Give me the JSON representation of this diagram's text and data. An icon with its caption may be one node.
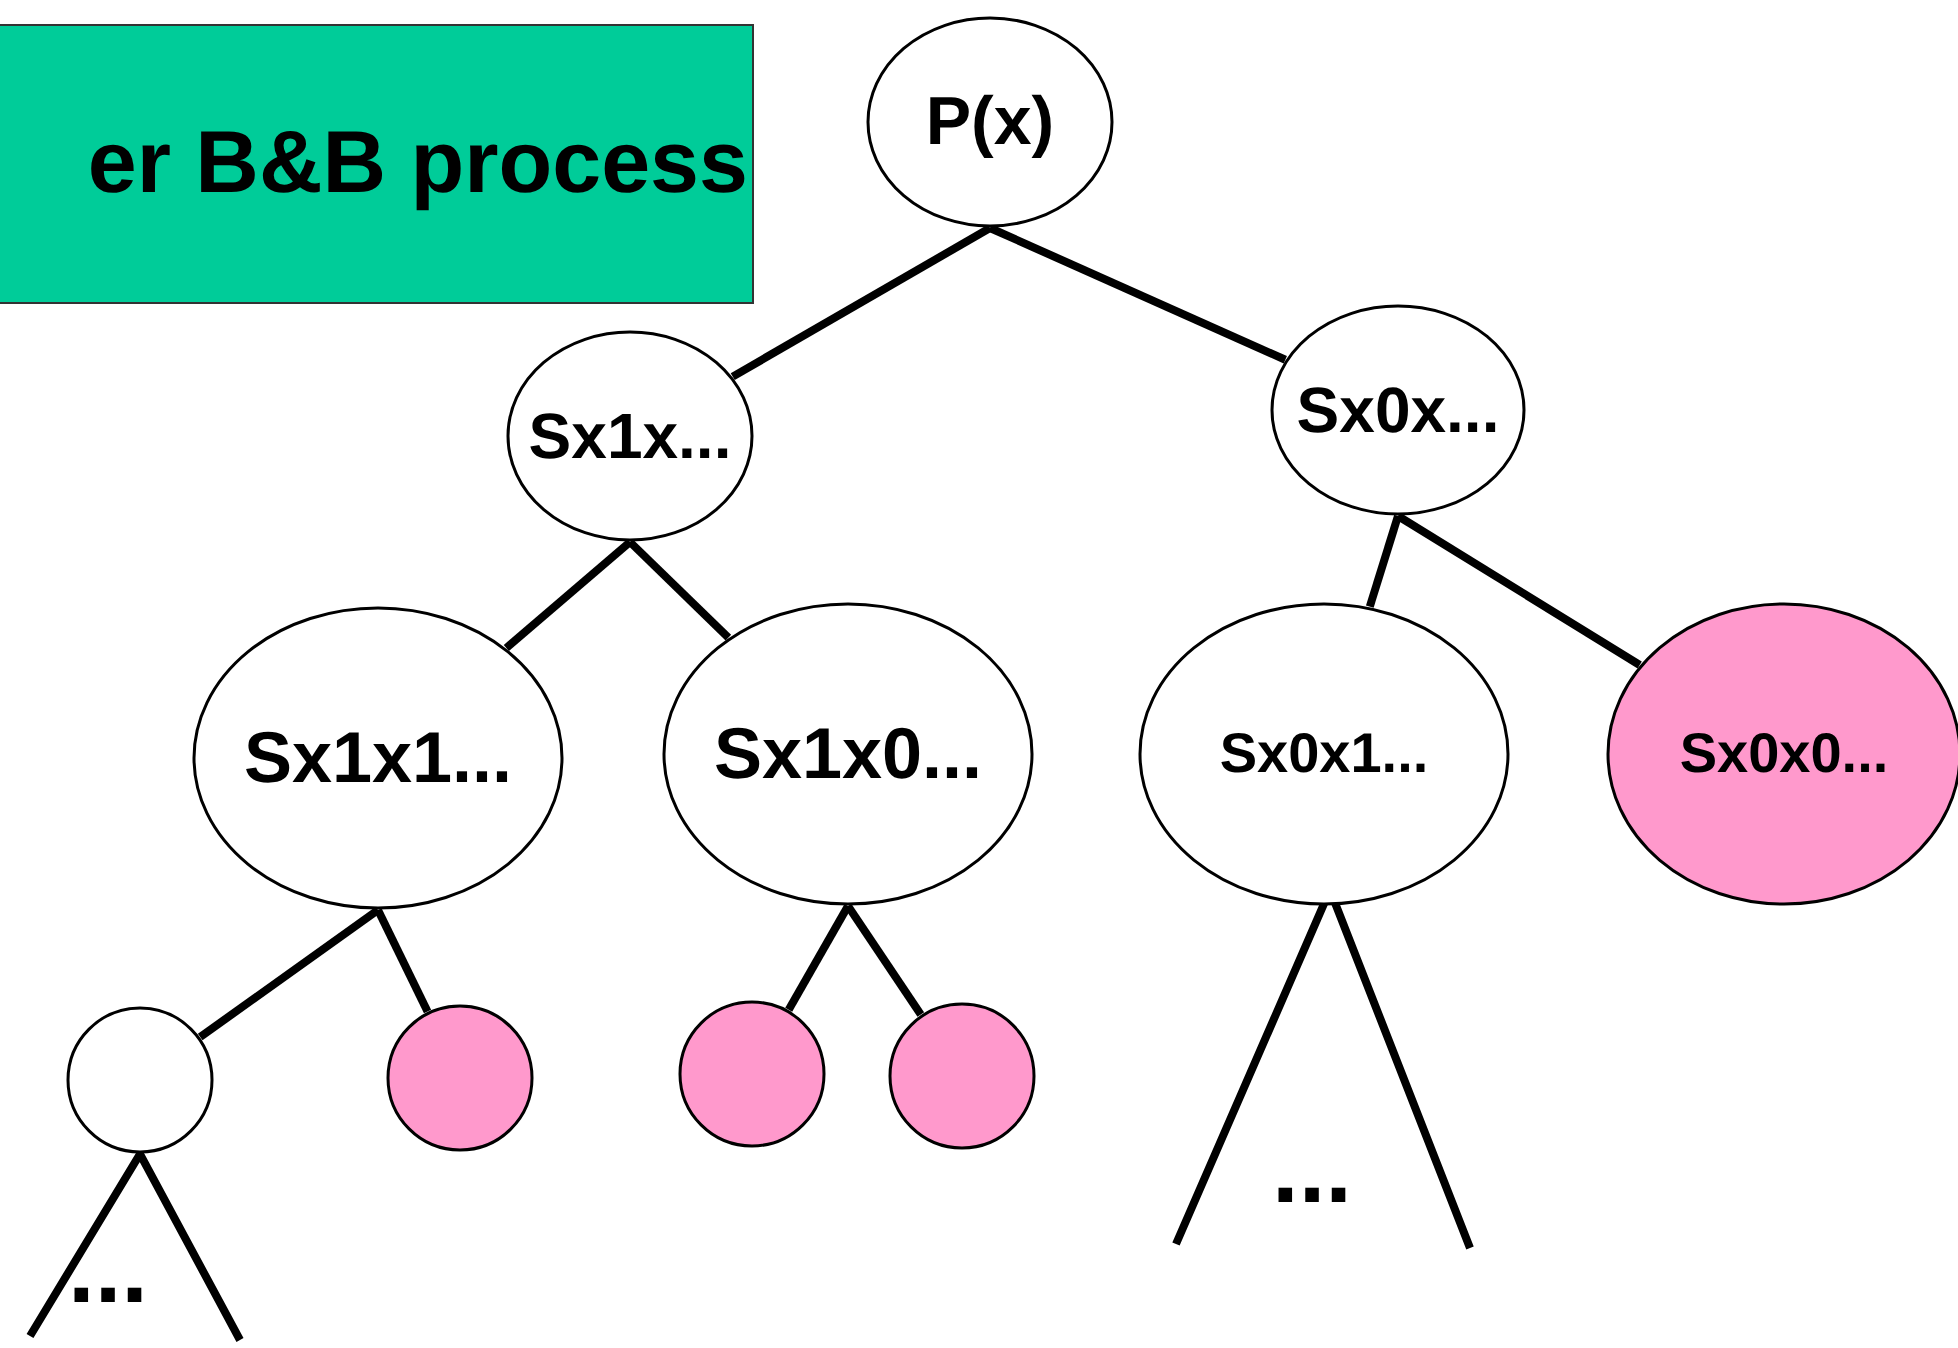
{
  "diagram": {
    "nodes": [
      {
        "text": [
          "er B&B process"
        ]
      },
      {
        "text": [
          "P(x)"
        ]
      },
      {
        "text": [
          "Sx1x..."
        ]
      },
      {
        "text": [
          "Sx0x..."
        ]
      },
      {
        "text": [
          "Sx1x1..."
        ]
      },
      {
        "text": [
          "Sx1x0..."
        ]
      },
      {
        "text": [
          "Sx0x1..."
        ]
      },
      {
        "text": [
          "Sx0x0..."
        ]
      },
      {
        "text": [],
        "shape": "circle"
      },
      {
        "text": [],
        "shape": "circle"
      },
      {
        "text": [],
        "shape": "circle"
      },
      {
        "text": [],
        "shape": "circle"
      }
    ],
    "edges": [
      {
        "from": 1,
        "to": 2,
        "arrow": "none"
      },
      {
        "from": 1,
        "to": 3,
        "arrow": "none"
      },
      {
        "from": 2,
        "to": 4,
        "arrow": "none"
      },
      {
        "from": 2,
        "to": 5,
        "arrow": "none"
      },
      {
        "from": 3,
        "to": 6,
        "arrow": "none"
      },
      {
        "from": 3,
        "to": 7,
        "arrow": "none"
      },
      {
        "from": 4,
        "to": 8,
        "arrow": "none"
      },
      {
        "from": 4,
        "to": 9,
        "arrow": "none"
      },
      {
        "from": 5,
        "to": 10,
        "arrow": "none"
      },
      {
        "from": 5,
        "to": 11,
        "arrow": "none"
      }
    ],
    "labels": [
      "...",
      "..."
    ]
  }
}
